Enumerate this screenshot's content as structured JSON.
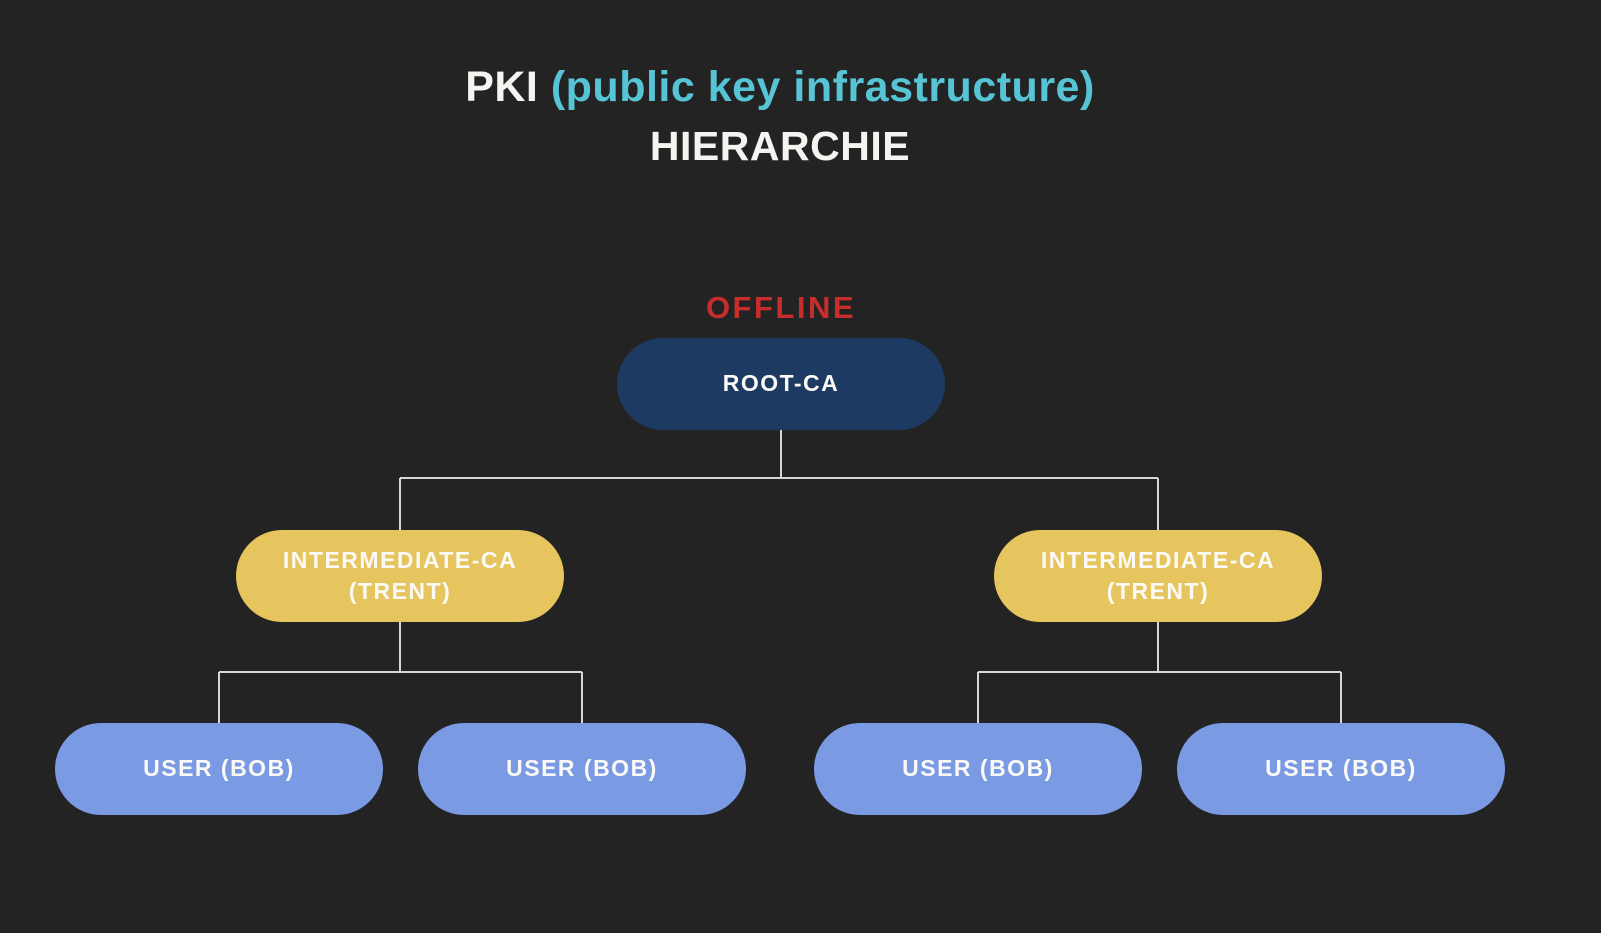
{
  "title": {
    "part1": "PKI",
    "part2": "(public key infrastructure)",
    "line2": "HIERARCHIE"
  },
  "diagram": {
    "root": {
      "status": "OFFLINE",
      "label": "ROOT-CA"
    },
    "intermediates": [
      {
        "label": "INTERMEDIATE-CA",
        "sublabel": "(TRENT)"
      },
      {
        "label": "INTERMEDIATE-CA",
        "sublabel": "(TRENT)"
      }
    ],
    "users": [
      {
        "label": "USER (BOB)"
      },
      {
        "label": "USER (BOB)"
      },
      {
        "label": "USER (BOB)"
      },
      {
        "label": "USER (BOB)"
      }
    ]
  },
  "colors": {
    "background": "#232323",
    "title_text": "#f5f4f1",
    "title_accent": "#57c4d6",
    "offline_red": "#c72e2b",
    "root_fill": "#1d3a63",
    "intermediate_fill": "#e6c55e",
    "user_fill": "#7b9ae4",
    "connector_line": "#d6d6d6",
    "node_text": "#fbfaf7"
  }
}
